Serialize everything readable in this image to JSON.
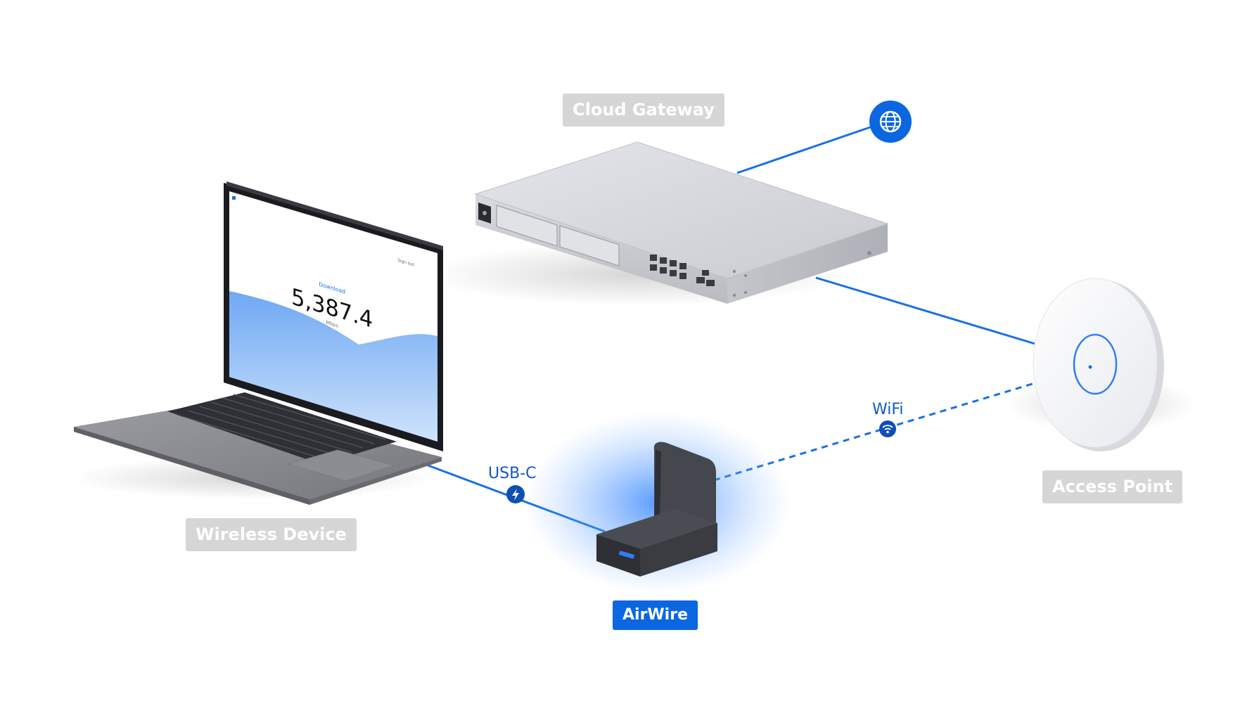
{
  "nodes": {
    "cloud_gateway": "Cloud Gateway",
    "wireless_device": "Wireless Device",
    "airwire": "AirWire",
    "access_point": "Access Point"
  },
  "links": {
    "usb_c": "USB-C",
    "wifi": "WiFi"
  },
  "laptop_screen": {
    "heading": "Download",
    "value": "5,387.4",
    "unit": "Mbps",
    "corner_text": "Sign out"
  },
  "colors": {
    "accent": "#0b67e0",
    "label_gray": "#d6d6d6",
    "link_blue": "#1059c8"
  },
  "icons": [
    "globe-icon",
    "lightning-icon",
    "wifi-icon"
  ]
}
